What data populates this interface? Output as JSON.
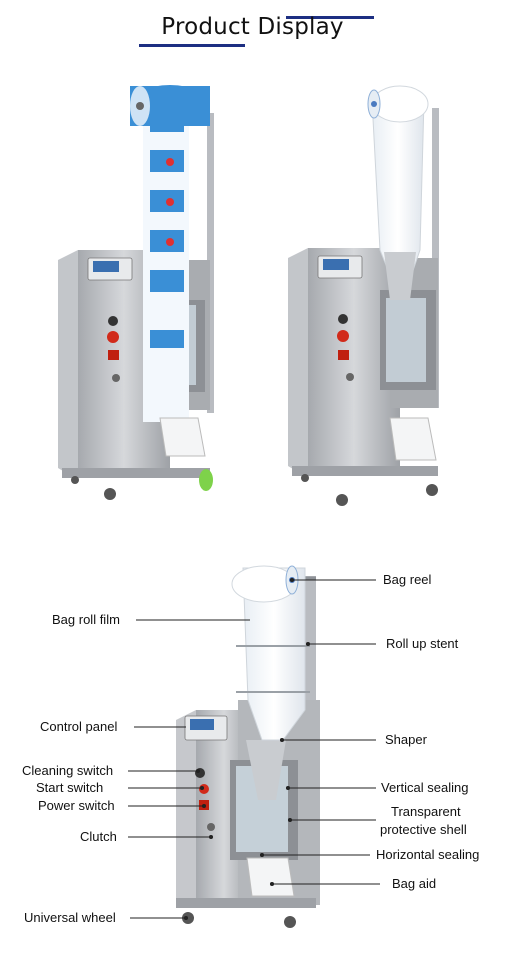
{
  "header": {
    "title": "Product Display"
  },
  "colors": {
    "accent": "#1d2f82",
    "steel": "#b9bcc1",
    "steel_dark": "#8f9297",
    "film_blue": "#3a8fd6"
  },
  "callouts": {
    "left": [
      {
        "id": "bag-roll-film",
        "text": "Bag roll film"
      },
      {
        "id": "control-panel",
        "text": "Control panel"
      },
      {
        "id": "cleaning-switch",
        "text": "Cleaning switch"
      },
      {
        "id": "start-switch",
        "text": "Start switch"
      },
      {
        "id": "power-switch",
        "text": "Power switch"
      },
      {
        "id": "clutch",
        "text": "Clutch"
      },
      {
        "id": "universal-wheel",
        "text": "Universal wheel"
      }
    ],
    "right": [
      {
        "id": "bag-reel",
        "text": "Bag reel"
      },
      {
        "id": "roll-up-stent",
        "text": "Roll up stent"
      },
      {
        "id": "shaper",
        "text": "Shaper"
      },
      {
        "id": "vertical-sealing",
        "text": "Vertical sealing"
      },
      {
        "id": "transparent-line1",
        "text": "Transparent"
      },
      {
        "id": "transparent-line2",
        "text": "protective shell"
      },
      {
        "id": "horizontal-sealing",
        "text": "Horizontal sealing"
      },
      {
        "id": "bag-aid",
        "text": "Bag aid"
      }
    ]
  }
}
